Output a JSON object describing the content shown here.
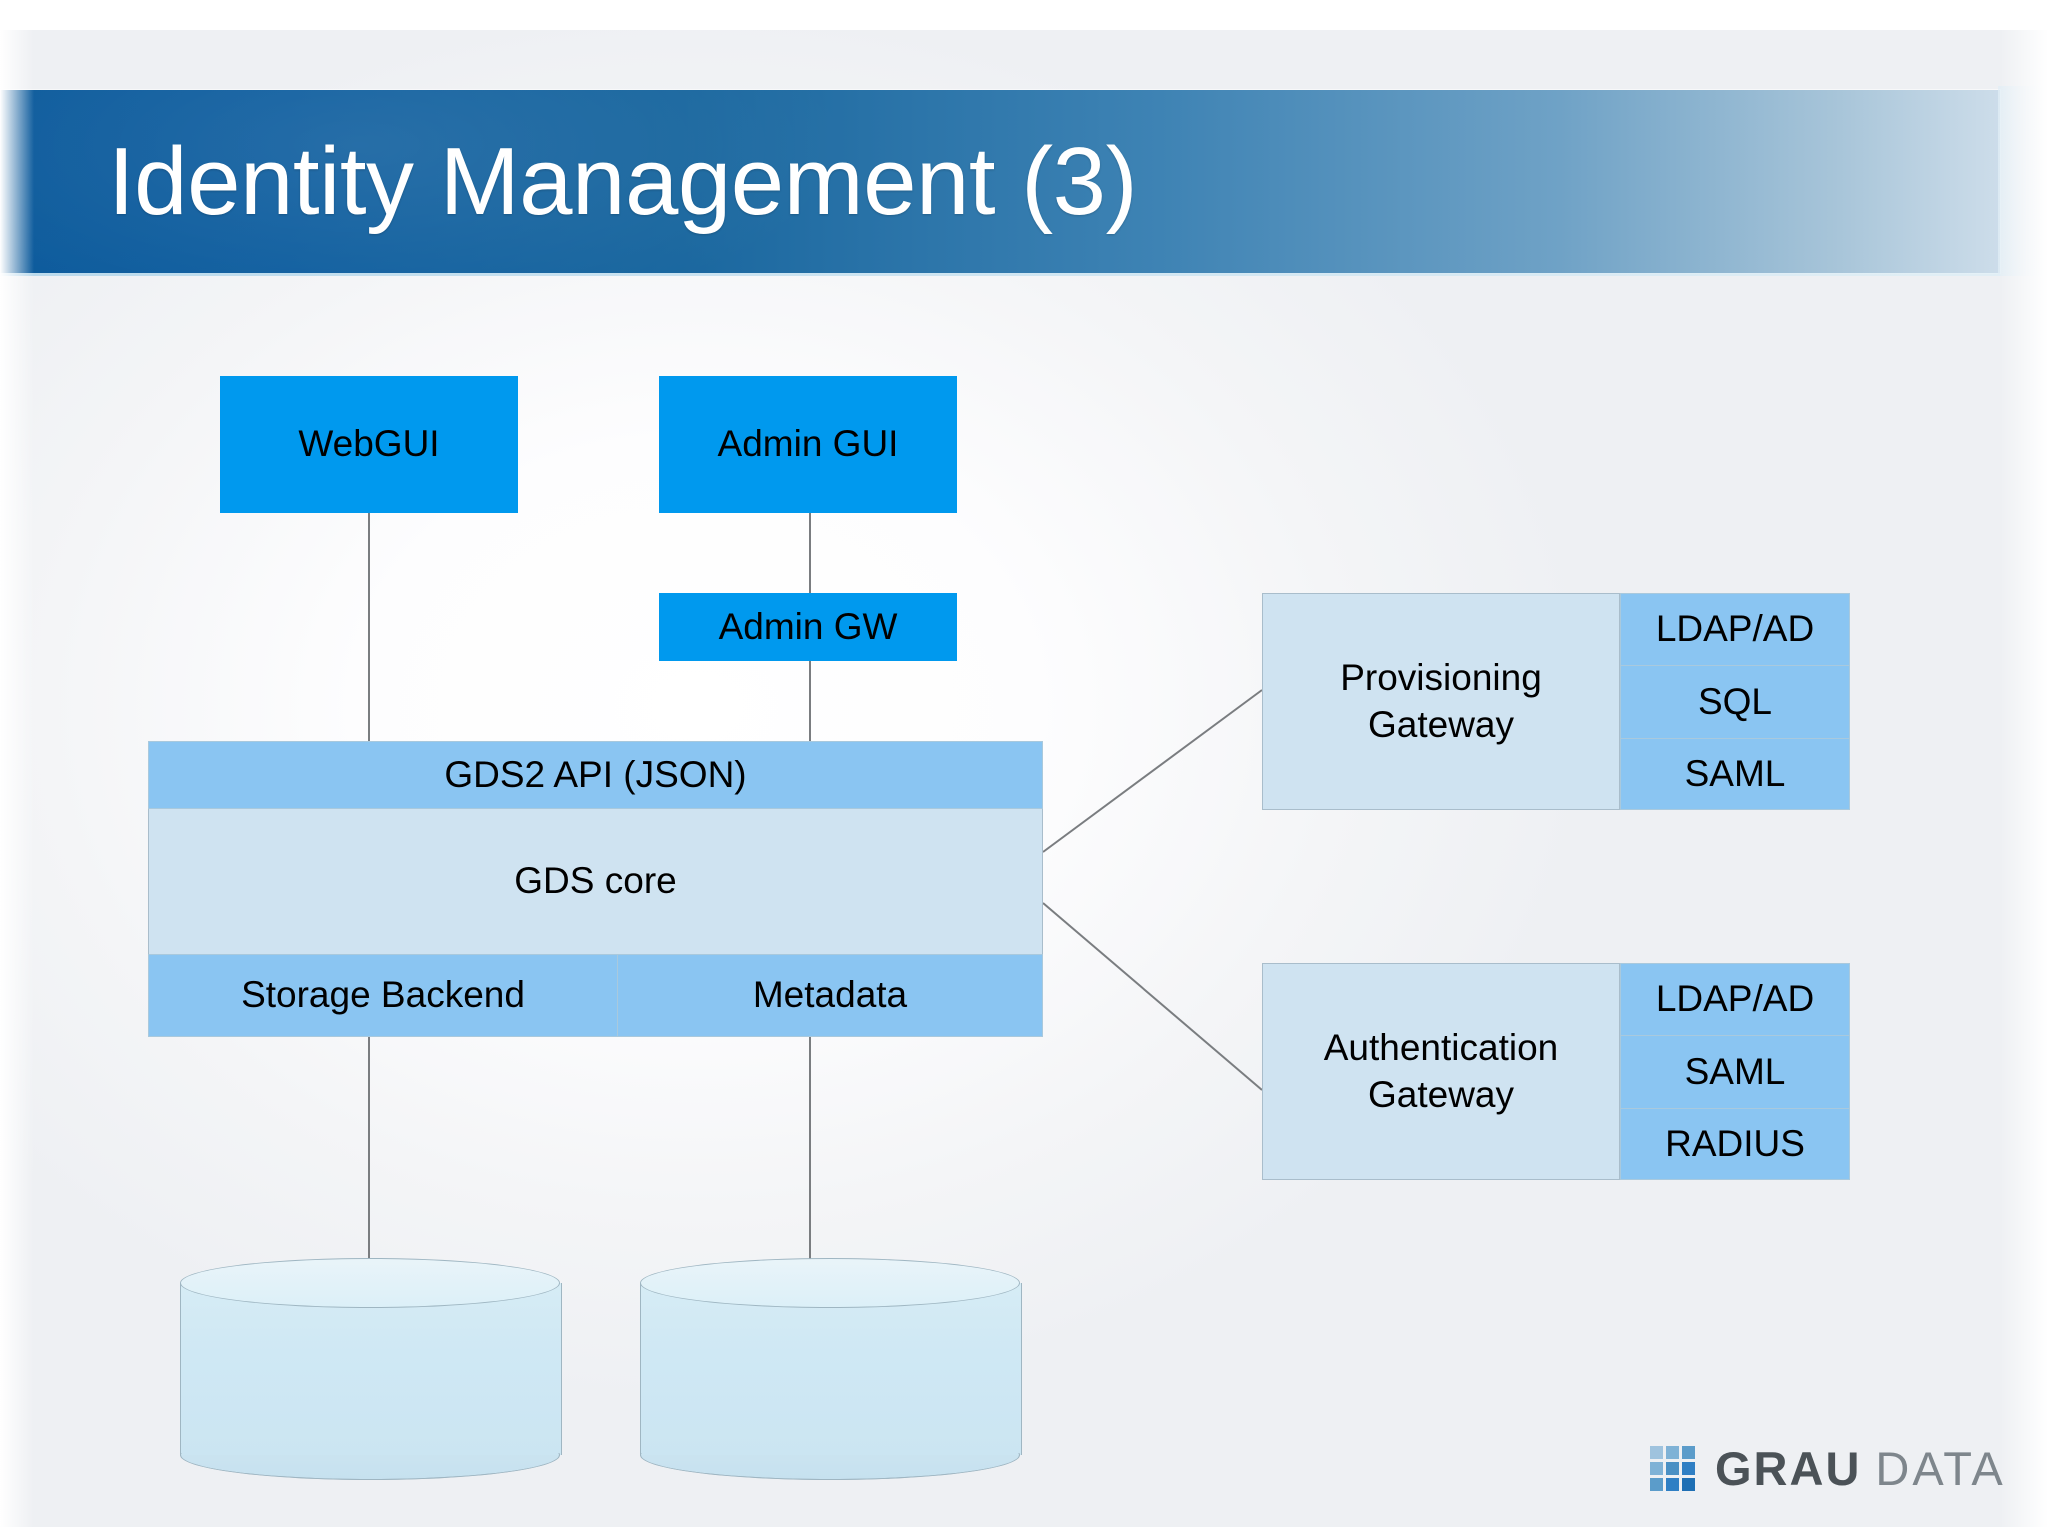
{
  "slide": {
    "title": "Identity Management (3)"
  },
  "colors": {
    "banner_dark": "#0d5b9c",
    "banner_light": "#cdddea",
    "node_bright": "#0099ee",
    "node_mid": "#8ac5f2",
    "node_pale": "#cfe3f1",
    "connector": "#7a7d80",
    "logo_grid": "#2f7fc4",
    "logo_grau": "#4b5257",
    "logo_data": "#7e868c"
  },
  "diagram": {
    "clients": [
      {
        "id": "webgui",
        "label": "WebGUI"
      },
      {
        "id": "admin-gui",
        "label": "Admin GUI"
      }
    ],
    "admin_gw": {
      "label": "Admin GW"
    },
    "stack": {
      "api": {
        "label": "GDS2 API (JSON)"
      },
      "core": {
        "label": "GDS core"
      },
      "footer": [
        {
          "id": "storage-backend",
          "label": "Storage Backend"
        },
        {
          "id": "metadata",
          "label": "Metadata"
        }
      ]
    },
    "gateways": [
      {
        "id": "provisioning-gateway",
        "label": "Provisioning\nGateway",
        "label_line1": "Provisioning",
        "label_line2": "Gateway",
        "protocols": [
          "LDAP/AD",
          "SQL",
          "SAML"
        ]
      },
      {
        "id": "authentication-gateway",
        "label": "Authentication\nGateway",
        "label_line1": "Authentication",
        "label_line2": "Gateway",
        "protocols": [
          "LDAP/AD",
          "SAML",
          "RADIUS"
        ]
      }
    ],
    "datastores": [
      {
        "id": "storage-store",
        "label": ""
      },
      {
        "id": "metadata-store",
        "label": ""
      }
    ]
  },
  "logo": {
    "primary": "GRAU",
    "secondary": "DATA",
    "icon": "grid-3x3-icon"
  }
}
